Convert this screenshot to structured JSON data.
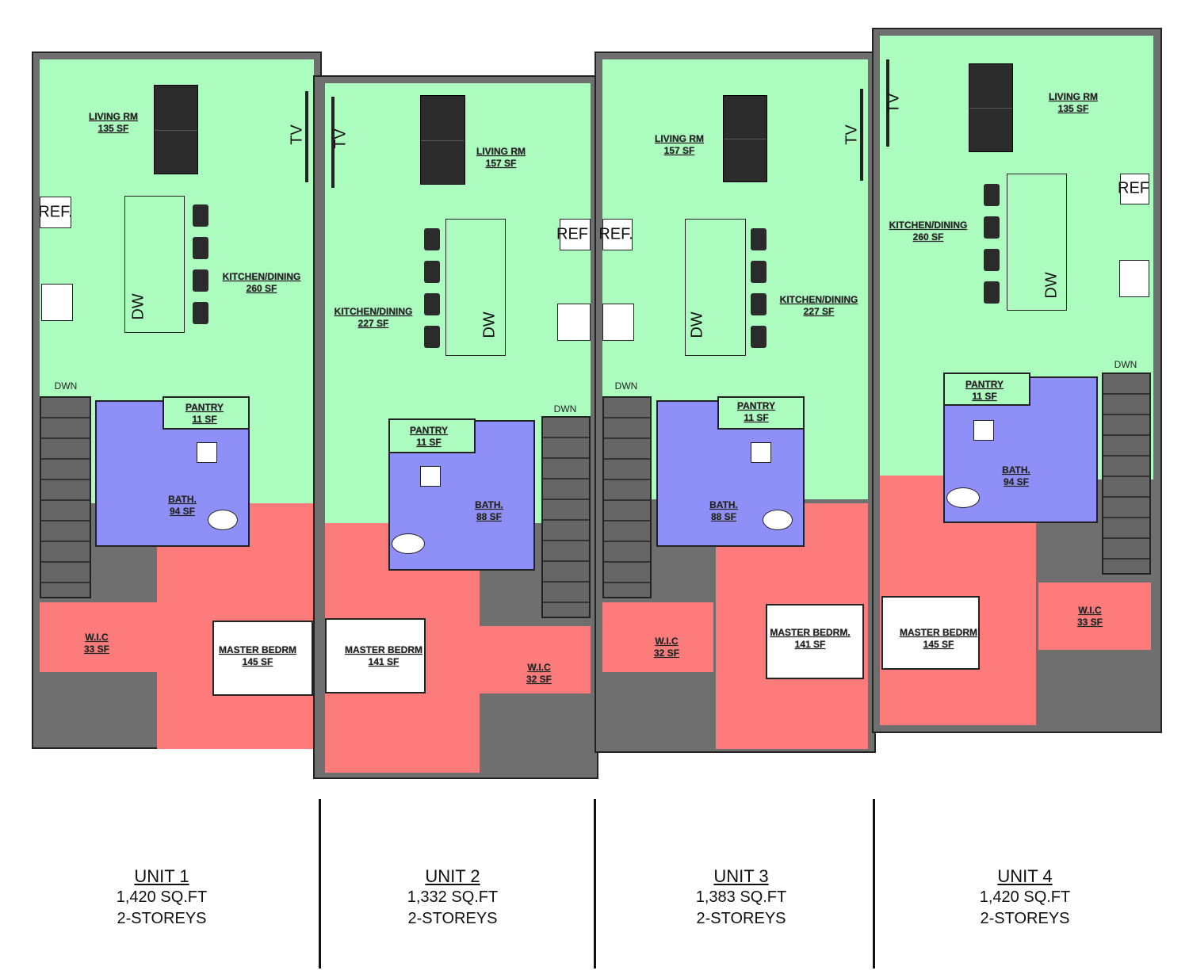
{
  "units": [
    {
      "name": "UNIT 1",
      "area": "1,420 SQ.FT",
      "storeys": "2-STOREYS",
      "rooms": {
        "living": {
          "name": "LIVING RM",
          "area": "135 SF"
        },
        "kitchen": {
          "name": "KITCHEN/DINING",
          "area": "260 SF"
        },
        "pantry": {
          "name": "PANTRY",
          "area": "11 SF"
        },
        "bath": {
          "name": "BATH.",
          "area": "94 SF"
        },
        "wic": {
          "name": "W.I.C",
          "area": "33 SF"
        },
        "master": {
          "name": "MASTER BEDRM",
          "area": "145 SF"
        }
      },
      "fixtures": {
        "ref": "REF.",
        "tv": "TV",
        "dw": "DW",
        "stairs": "DWN"
      }
    },
    {
      "name": "UNIT 2",
      "area": "1,332 SQ.FT",
      "storeys": "2-STOREYS",
      "rooms": {
        "living": {
          "name": "LIVING RM",
          "area": "157 SF"
        },
        "kitchen": {
          "name": "KITCHEN/DINING",
          "area": "227 SF"
        },
        "pantry": {
          "name": "PANTRY",
          "area": "11 SF"
        },
        "bath": {
          "name": "BATH.",
          "area": "88 SF"
        },
        "wic": {
          "name": "W.I.C",
          "area": "32 SF"
        },
        "master": {
          "name": "MASTER BEDRM",
          "area": "141 SF"
        }
      },
      "fixtures": {
        "ref": "REF",
        "tv": "TV",
        "dw": "DW",
        "stairs": "DWN"
      }
    },
    {
      "name": "UNIT 3",
      "area": "1,383 SQ.FT",
      "storeys": "2-STOREYS",
      "rooms": {
        "living": {
          "name": "LIVING RM",
          "area": "157 SF"
        },
        "kitchen": {
          "name": "KITCHEN/DINING",
          "area": "227 SF"
        },
        "pantry": {
          "name": "PANTRY",
          "area": "11 SF"
        },
        "bath": {
          "name": "BATH.",
          "area": "88 SF"
        },
        "wic": {
          "name": "W.I.C",
          "area": "32 SF"
        },
        "master": {
          "name": "MASTER BEDRM.",
          "area": "141 SF"
        }
      },
      "fixtures": {
        "ref": "REF.",
        "tv": "TV",
        "dw": "DW",
        "stairs": "DWN"
      }
    },
    {
      "name": "UNIT 4",
      "area": "1,420 SQ.FT",
      "storeys": "2-STOREYS",
      "rooms": {
        "living": {
          "name": "LIVING RM",
          "area": "135 SF"
        },
        "kitchen": {
          "name": "KITCHEN/DINING",
          "area": "260 SF"
        },
        "pantry": {
          "name": "PANTRY",
          "area": "11 SF"
        },
        "bath": {
          "name": "BATH.",
          "area": "94 SF"
        },
        "wic": {
          "name": "W.I.C",
          "area": "33 SF"
        },
        "master": {
          "name": "MASTER BEDRM",
          "area": "145 SF"
        }
      },
      "fixtures": {
        "ref": "REF",
        "tv": "TV",
        "dw": "DW",
        "stairs": "DWN"
      }
    }
  ],
  "colors": {
    "living": "#acfcc0",
    "bath": "#8f8ff8",
    "bedroom": "#fe7b7b",
    "wall": "#6f6f6f"
  }
}
